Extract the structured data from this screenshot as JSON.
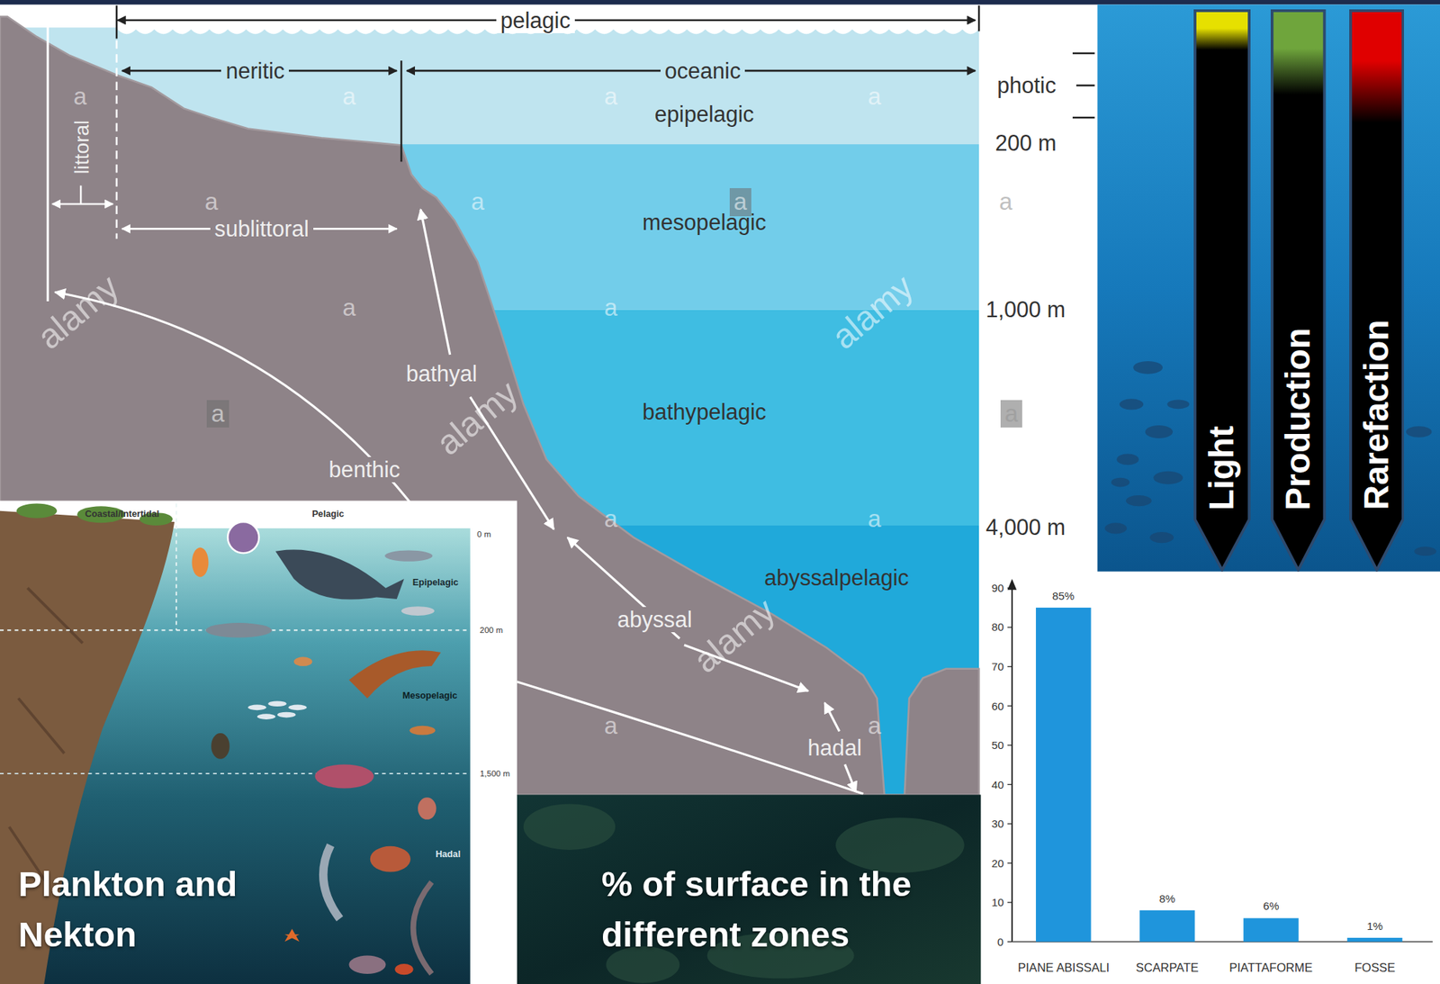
{
  "diagram": {
    "nodes": [
      {
        "text": [
          "Light"
        ]
      },
      {
        "text": [
          "Production"
        ]
      },
      {
        "text": [
          "Rarefaction"
        ]
      }
    ],
    "labels": [
      "pelagic",
      "neritic",
      "oceanic",
      "littoral",
      "sublittoral",
      "epipelagic",
      "mesopelagic",
      "bathypelagic",
      "abyssalpelagic",
      "bathyal",
      "benthic",
      "abyssal",
      "hadal",
      "photic",
      "200 m",
      "1,000 m",
      "4,000 m",
      "alamy",
      "alamy",
      "alamy",
      "alamy",
      "a",
      "a",
      "a",
      "a",
      "a",
      "a",
      "a",
      "a",
      "a",
      "a",
      "a",
      "a",
      "a",
      "a",
      "a",
      "a",
      "Coastal/Intertidal",
      "Pelagic",
      "0 m",
      "Epipelagic",
      "200 m",
      "Mesopelagic",
      "1,500 m",
      "Hadal",
      "Plankton and Nekton",
      "% of surface in the different zones",
      "90",
      "80",
      "70",
      "60",
      "50",
      "40",
      "30",
      "20",
      "10",
      "0",
      "85%",
      "8%",
      "6%",
      "1%",
      "PIANE ABISSALI",
      "SCARPATE",
      "PIATTAFORME",
      "FOSSE"
    ]
  }
}
